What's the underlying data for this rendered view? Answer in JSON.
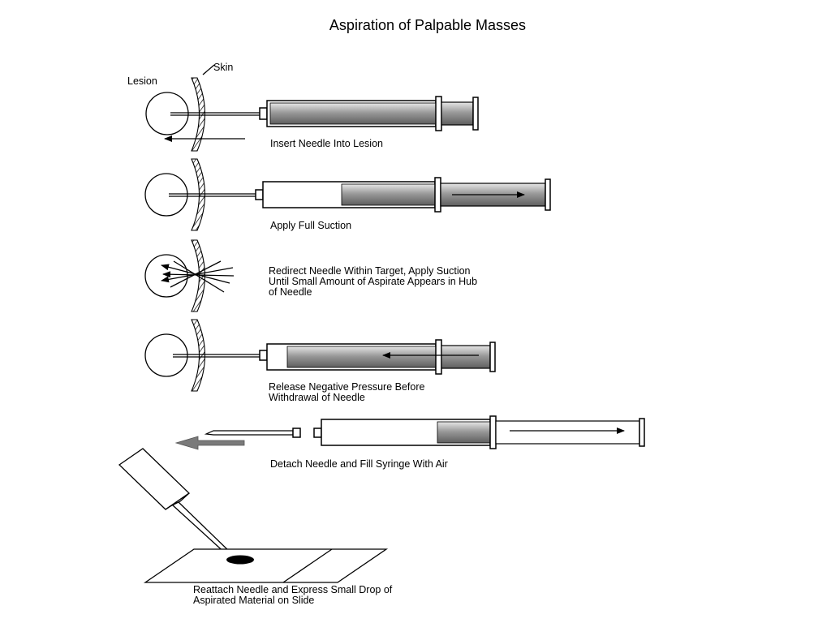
{
  "title": "Aspiration of Palpable Masses",
  "labels": {
    "lesion": "Lesion",
    "skin": "Skin"
  },
  "steps": [
    {
      "lines": [
        "Insert Needle Into Lesion"
      ]
    },
    {
      "lines": [
        "Apply Full Suction"
      ]
    },
    {
      "lines": [
        "Redirect Needle Within Target, Apply Suction",
        "Until Small Amount of Aspirate Appears in Hub",
        "of Needle"
      ]
    },
    {
      "lines": [
        "Release Negative Pressure Before",
        "Withdrawal of Needle"
      ]
    },
    {
      "lines": [
        "Detach Needle and Fill Syringe With Air"
      ]
    },
    {
      "lines": [
        "Reattach Needle and Express Small Drop of",
        "Aspirated Material on Slide"
      ]
    }
  ],
  "colors": {
    "line": "#000000",
    "plunger_fill": "#a0a0a0",
    "background": "#ffffff"
  }
}
